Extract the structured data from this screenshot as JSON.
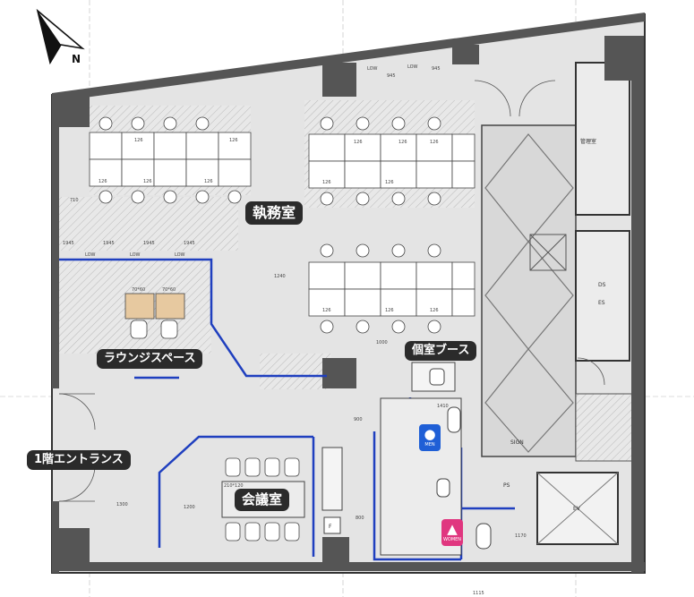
{
  "north": "N",
  "rooms": {
    "office": "執務室",
    "lounge": "ラウンジスペース",
    "booth": "個室ブース",
    "entrance": "1階エントランス",
    "meeting": "会議室"
  },
  "toilets": {
    "men": "MEN",
    "women": "WOMEN"
  },
  "small_labels": {
    "kanri": "管理室",
    "ds": "DS",
    "es": "ES",
    "ps": "PS",
    "ev": "EV",
    "sign": "SIGN",
    "f": "F",
    "low": "LOW",
    "desk_dim": "126",
    "lounge_table": "70*60",
    "meeting_table": "210*120",
    "wall_h": "1945",
    "wall_h2": "945"
  },
  "dimensions": {
    "d1240": "1240",
    "d1000": "1000",
    "d900": "900",
    "d1300": "1300",
    "d1200": "1200",
    "d800": "800",
    "d1115": "1115",
    "d710": "710",
    "d1410": "1410",
    "d1170": "1170"
  },
  "colors": {
    "wall": "#3d3d3d",
    "partition": "#1f3fbf",
    "men": "#1f5fd6",
    "women": "#e0367f",
    "floor": "#e4e4e4"
  }
}
